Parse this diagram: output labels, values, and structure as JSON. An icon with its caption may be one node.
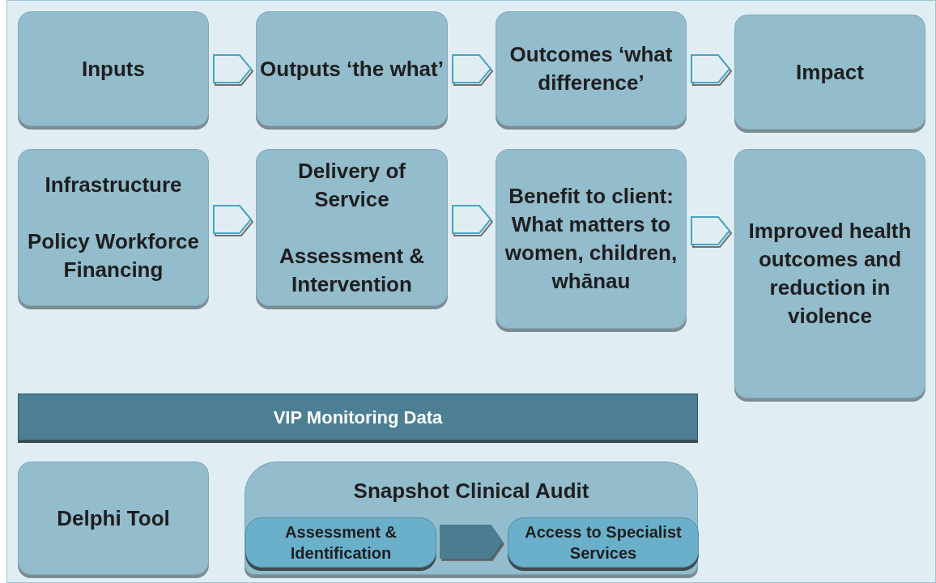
{
  "diagram": {
    "nodes": [
      {
        "text": [
          "Inputs"
        ]
      },
      {
        "text": [
          "Outputs ‘the what’"
        ]
      },
      {
        "text": [
          "Outcomes ‘what difference’"
        ]
      },
      {
        "text": [
          "Impact"
        ]
      },
      {
        "text": [
          "Infrastructure",
          "Policy Workforce Financing"
        ]
      },
      {
        "text": [
          "Delivery of Service",
          "Assessment & Intervention"
        ]
      },
      {
        "text": [
          "Benefit to client: What matters to women, children, whānau"
        ]
      },
      {
        "text": [
          "Improved health outcomes and reduction in violence"
        ]
      },
      {
        "text": [
          "VIP Monitoring Data"
        ]
      },
      {
        "text": [
          "Delphi Tool"
        ]
      },
      {
        "text": [
          "Snapshot Clinical Audit"
        ]
      },
      {
        "text": [
          "Assessment & Identification"
        ],
        "in": 10
      },
      {
        "text": [
          "Access to Specialist Services"
        ],
        "in": 10
      }
    ],
    "edges": [
      {
        "from": 0,
        "to": 1,
        "arrow": "to"
      },
      {
        "from": 1,
        "to": 2,
        "arrow": "to"
      },
      {
        "from": 2,
        "to": 3,
        "arrow": "to"
      },
      {
        "from": 4,
        "to": 5,
        "arrow": "to"
      },
      {
        "from": 5,
        "to": 6,
        "arrow": "to"
      },
      {
        "from": 6,
        "to": 7,
        "arrow": "to"
      },
      {
        "from": 11,
        "to": 12,
        "arrow": "to",
        "color": "#4a7d91"
      }
    ]
  }
}
